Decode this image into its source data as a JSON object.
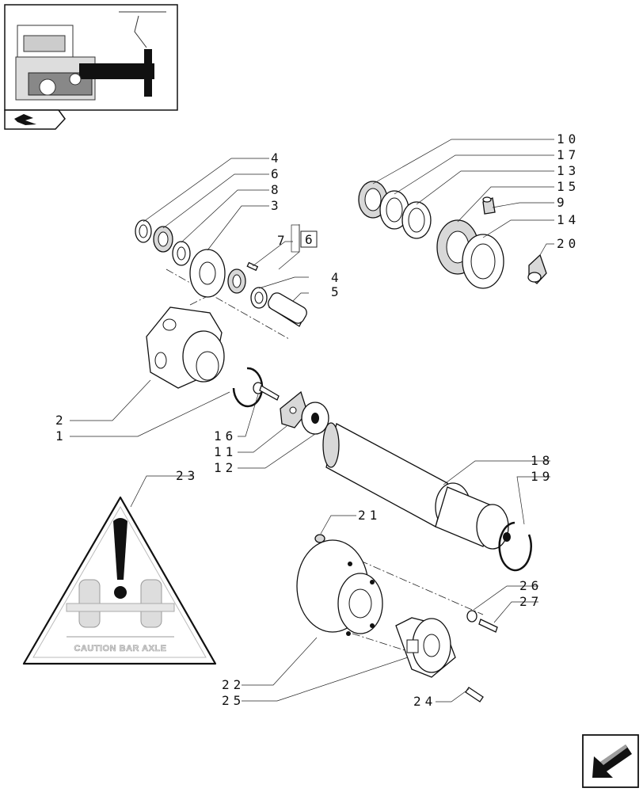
{
  "callouts": [
    {
      "id": "c4a",
      "text": "4"
    },
    {
      "id": "c6",
      "text": "6"
    },
    {
      "id": "c8",
      "text": "8"
    },
    {
      "id": "c3",
      "text": "3"
    },
    {
      "id": "c7",
      "text": "7"
    },
    {
      "id": "c6box",
      "text": "6"
    },
    {
      "id": "c4b",
      "text": "4"
    },
    {
      "id": "c5",
      "text": "5"
    },
    {
      "id": "c10",
      "text": "10"
    },
    {
      "id": "c17",
      "text": "17"
    },
    {
      "id": "c13",
      "text": "13"
    },
    {
      "id": "c15",
      "text": "15"
    },
    {
      "id": "c9",
      "text": "9"
    },
    {
      "id": "c14",
      "text": "14"
    },
    {
      "id": "c20",
      "text": "20"
    },
    {
      "id": "c2",
      "text": "2"
    },
    {
      "id": "c1",
      "text": "1"
    },
    {
      "id": "c16",
      "text": "16"
    },
    {
      "id": "c11",
      "text": "11"
    },
    {
      "id": "c12",
      "text": "12"
    },
    {
      "id": "c18",
      "text": "18"
    },
    {
      "id": "c19",
      "text": "19"
    },
    {
      "id": "c23",
      "text": "23"
    },
    {
      "id": "c21",
      "text": "21"
    },
    {
      "id": "c26",
      "text": "26"
    },
    {
      "id": "c27",
      "text": "27"
    },
    {
      "id": "c22",
      "text": "22"
    },
    {
      "id": "c25",
      "text": "25"
    },
    {
      "id": "c24",
      "text": "24"
    }
  ],
  "warning_sign": {
    "caption": "CAUTION BAR AXLE"
  },
  "icons": {
    "thumbnail": "tractor-assembly-thumbnail",
    "section": "section-marker-icon",
    "next": "next-page-arrow-icon"
  }
}
